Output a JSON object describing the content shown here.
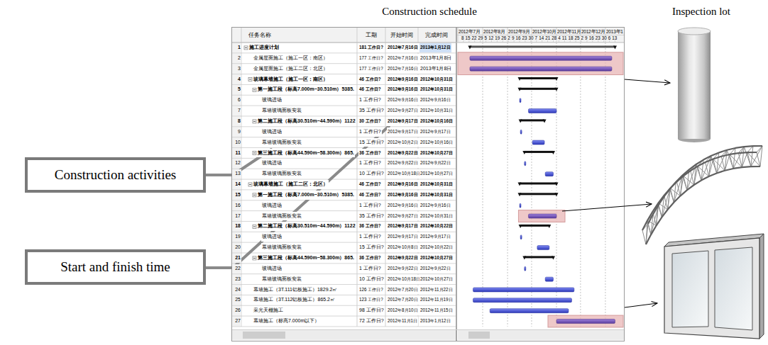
{
  "diagram": {
    "nodes": [
      {
        "text": [
          "Construction activities"
        ]
      },
      {
        "text": [
          "Start and finish time"
        ]
      }
    ],
    "labels": [
      "Construction schedule",
      "Inspection lot",
      "任务名称",
      "工期",
      "开始时间",
      "完成时间",
      "2012年7月",
      "2012年8月",
      "2012年9月",
      "2012年10月",
      "2012年11月",
      "2012年12月",
      "2013年1",
      "8 15 22 29 5 12 19 26 2 9 16 23 30 7 14 21 28 4 11 18 25 2 9 16 23 30 6 13",
      "1",
      "施工进度计划",
      "181 工作日?",
      "2012年7月16日",
      "2013年1月12日",
      "2",
      "金属屋面施工（施工一区：南区）",
      "177 工作日?",
      "2012年7月16日",
      "2013年1月8日",
      "3",
      "金属屋面施工（施工二区：北区）",
      "177 工作日?",
      "2012年7月16日",
      "2013年1月8日",
      "4",
      "玻璃幕墙施工（施工一区：南区）",
      "46 工作日?",
      "2012年9月16日",
      "2012年10月31日",
      "5",
      "第一施工段（标高7.000m~30.510m）5385.",
      "46 工作日?",
      "2012年9月16日",
      "2012年10月31日",
      "6",
      "玻璃进场",
      "1 工作日?",
      "2012年9月16日",
      "2012年9月16日",
      "7",
      "幕墙玻璃面板安装",
      "35 工作日?",
      "2012年9月27日",
      "2012年10月31日",
      "8",
      "第二施工段（标高30.510m~44.590m）1122",
      "30 工作日?",
      "2012年9月17日",
      "2012年10月16日",
      "9",
      "玻璃进场",
      "1 工作日?",
      "2012年9月17日",
      "2012年9月17日",
      "10",
      "幕墙玻璃面板安装",
      "15 工作日?",
      "2012年10月2日",
      "2012年10月16日",
      "11",
      "第三施工段（标高44.590m~58.300m）865.",
      "36 工作日?",
      "2012年9月22日",
      "2012年10月27日",
      "12",
      "玻璃进场",
      "1 工作日?",
      "2012年9月22日",
      "2012年9月22日",
      "13",
      "幕墙玻璃面板安装",
      "10 工作日?",
      "2012年10月18日",
      "2012年10月27日",
      "14",
      "玻璃幕墙施工（施工二区：北区）",
      "46 工作日?",
      "2012年9月16日",
      "2012年10月31日",
      "15",
      "第一施工段（标高7.000m~30.510m）5385.",
      "46 工作日?",
      "2012年9月16日",
      "2012年10月31日",
      "16",
      "玻璃进场",
      "1 工作日?",
      "2012年9月16日",
      "2012年9月16日",
      "17",
      "幕墙玻璃面板安装",
      "35 工作日?",
      "2012年9月27日",
      "2012年10月31日",
      "18",
      "第二施工段（标高30.510m~44.590m）1122",
      "36 工作日?",
      "2012年9月17日",
      "2012年10月22日",
      "19",
      "玻璃进场",
      "1 工作日?",
      "2012年9月17日",
      "2012年9月17日",
      "20",
      "幕墙玻璃面板安装",
      "15 工作日?",
      "2012年10月8日",
      "2012年10月22日",
      "21",
      "第三施工段（标高44.590m~58.300m）865.",
      "36 工作日?",
      "2012年9月22日",
      "2012年10月27日",
      "22",
      "玻璃进场",
      "1 工作日?",
      "2012年9月22日",
      "2012年9月22日",
      "23",
      "幕墙玻璃面板安装",
      "10 工作日?",
      "2012年10月18日",
      "2012年10月27日",
      "24",
      "幕墙施工（3T.111铝板施工）1829.2㎡",
      "126 工作日?",
      "2012年7月20日",
      "2012年11月22日",
      "25",
      "幕墙施工（3T.112铝板施工）865.2㎡",
      "123 工作日?",
      "2012年7月20日",
      "2012年11月19日",
      "26",
      "采光天棚施工",
      "98 工作日?",
      "2012年8月10日",
      "2012年11月15日",
      "27",
      "幕墙施工（标高7.000m以下）",
      "72 工作日?",
      "2012年11月1日",
      "2013年1月12日"
    ]
  }
}
